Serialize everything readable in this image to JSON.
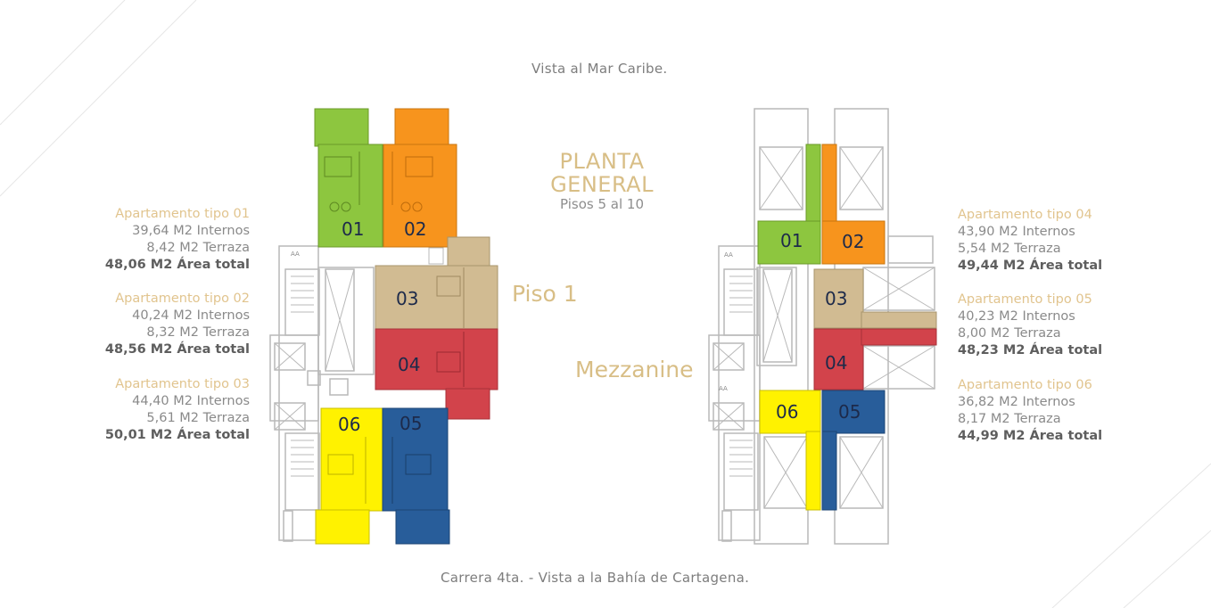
{
  "header": {
    "top_caption": "Vista al Mar Caribe.",
    "bottom_caption": "Carrera 4ta. - Vista a la Bahía de Cartagena."
  },
  "center": {
    "title_line1": "PLANTA",
    "title_line2": "GENERAL",
    "subtitle": "Pisos 5 al 10",
    "label_piso": "Piso 1",
    "label_mezzanine": "Mezzanine"
  },
  "colors": {
    "apt01": "#8dc63f",
    "apt02": "#f7941d",
    "apt03": "#d1bb92",
    "apt04": "#d2434b",
    "apt05": "#285d9a",
    "apt06": "#fff200",
    "accent": "#d8be86"
  },
  "units": [
    "01",
    "02",
    "03",
    "04",
    "05",
    "06"
  ],
  "apartments_left": [
    {
      "name": "Apartamento tipo 01",
      "interior": "39,64 M2 Internos",
      "terrace": "8,42 M2 Terraza",
      "total": "48,06 M2 Área total"
    },
    {
      "name": "Apartamento tipo 02",
      "interior": "40,24 M2 Internos",
      "terrace": "8,32 M2 Terraza",
      "total": "48,56 M2 Área total"
    },
    {
      "name": "Apartamento tipo 03",
      "interior": "44,40 M2 Internos",
      "terrace": "5,61 M2 Terraza",
      "total": "50,01 M2 Área total"
    }
  ],
  "apartments_right": [
    {
      "name": "Apartamento tipo 04",
      "interior": "43,90 M2 Internos",
      "terrace": "5,54 M2 Terraza",
      "total": "49,44 M2 Área total"
    },
    {
      "name": "Apartamento tipo 05",
      "interior": "40,23 M2 Internos",
      "terrace": "8,00 M2 Terraza",
      "total": "48,23 M2 Área total"
    },
    {
      "name": "Apartamento tipo 06",
      "interior": "36,82 M2 Internos",
      "terrace": "8,17 M2 Terraza",
      "total": "44,99 M2 Área total"
    }
  ]
}
